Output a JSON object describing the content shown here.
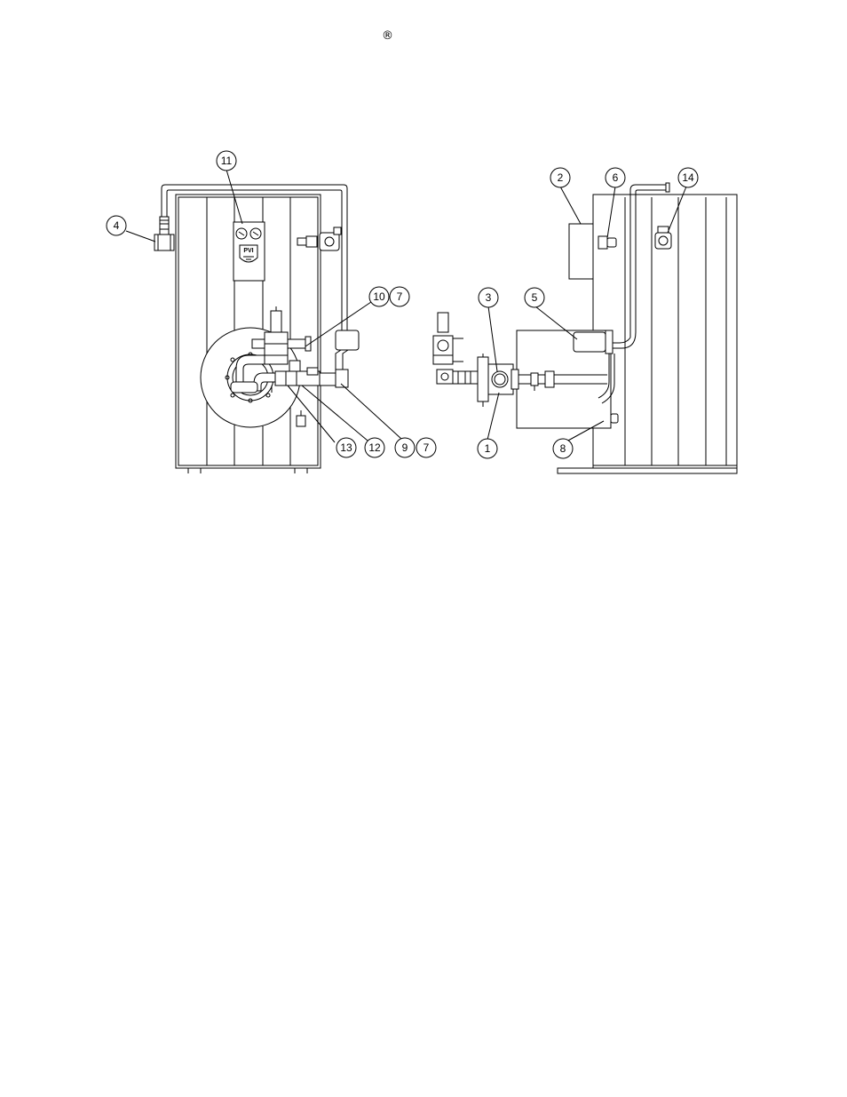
{
  "header": {
    "registered_mark": "®"
  },
  "callouts": {
    "c1": "1",
    "c2": "2",
    "c3": "3",
    "c4": "4",
    "c5": "5",
    "c6": "6",
    "c7a": "7",
    "c7b": "7",
    "c8": "8",
    "c9": "9",
    "c10": "10",
    "c11": "11",
    "c12": "12",
    "c13": "13",
    "c14": "14"
  },
  "logo": {
    "text": "PVI"
  }
}
